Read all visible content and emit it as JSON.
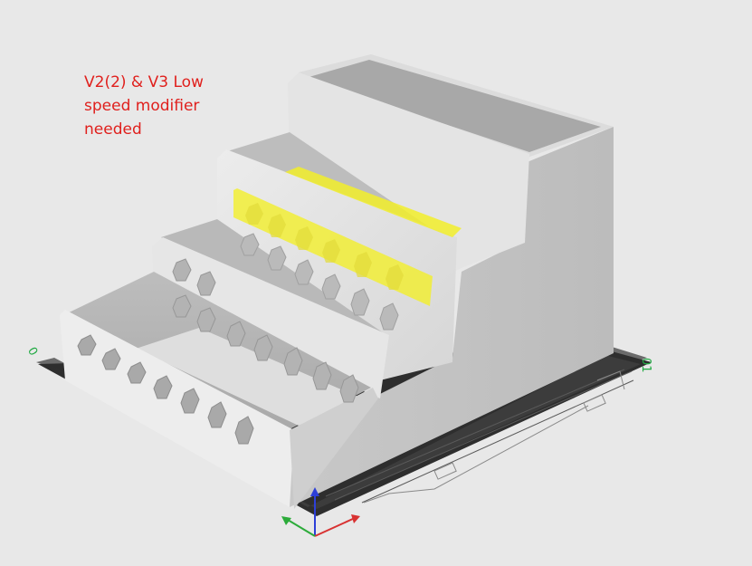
{
  "annotation": {
    "lines": [
      "V2(2) & V3 Low",
      "speed modifier",
      "needed"
    ],
    "color": "#e0201d"
  },
  "scene": {
    "background": "#e8e8e8",
    "model_color": "#cfcfcf",
    "modifier_color": "#f2ef2a",
    "plate_color": "#3a3a3a"
  },
  "plate": {
    "left_marker": "0",
    "right_marker": "01"
  },
  "icons": [
    "axis-gizmo-icon"
  ]
}
